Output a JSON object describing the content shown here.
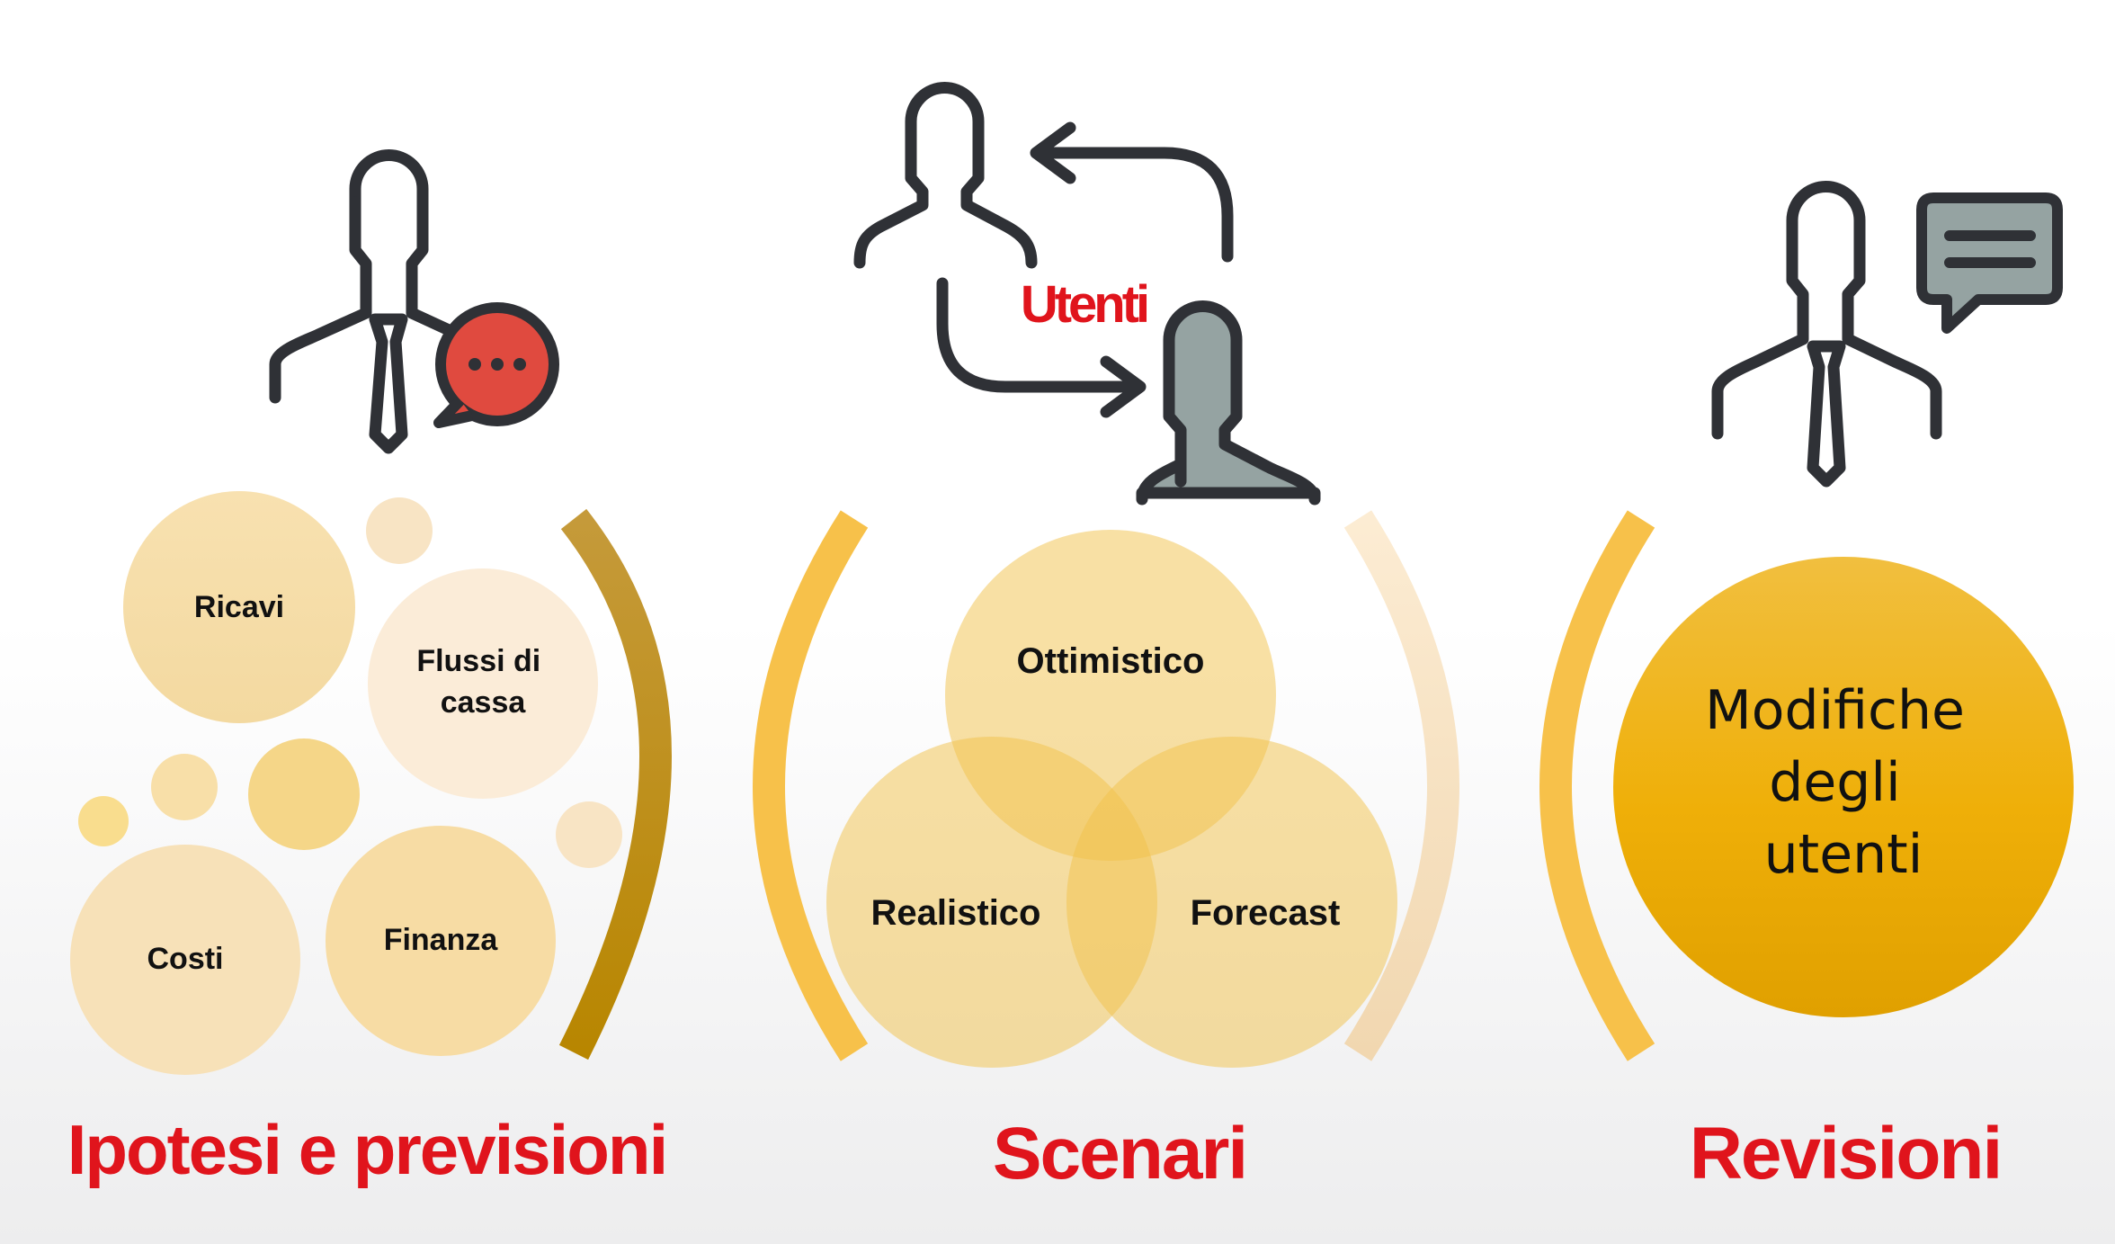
{
  "sections": [
    {
      "title": "Ipotesi e previsioni",
      "bubbles": [
        "Ricavi",
        "Flussi di cassa",
        "Costi",
        "Finanza"
      ]
    },
    {
      "title": "Scenari",
      "users_label": "Utenti",
      "circles": [
        "Ottimistico",
        "Realistico",
        "Forecast"
      ]
    },
    {
      "title": "Revisioni",
      "circle_lines": [
        "Modifiche",
        "degli",
        "utenti"
      ]
    }
  ],
  "colors": {
    "title": "#e0141c",
    "icon_dark": "#2f3136",
    "icon_gray": "#95a3a2",
    "speech_red": "#e04a3f",
    "accent": "#f0b400"
  }
}
